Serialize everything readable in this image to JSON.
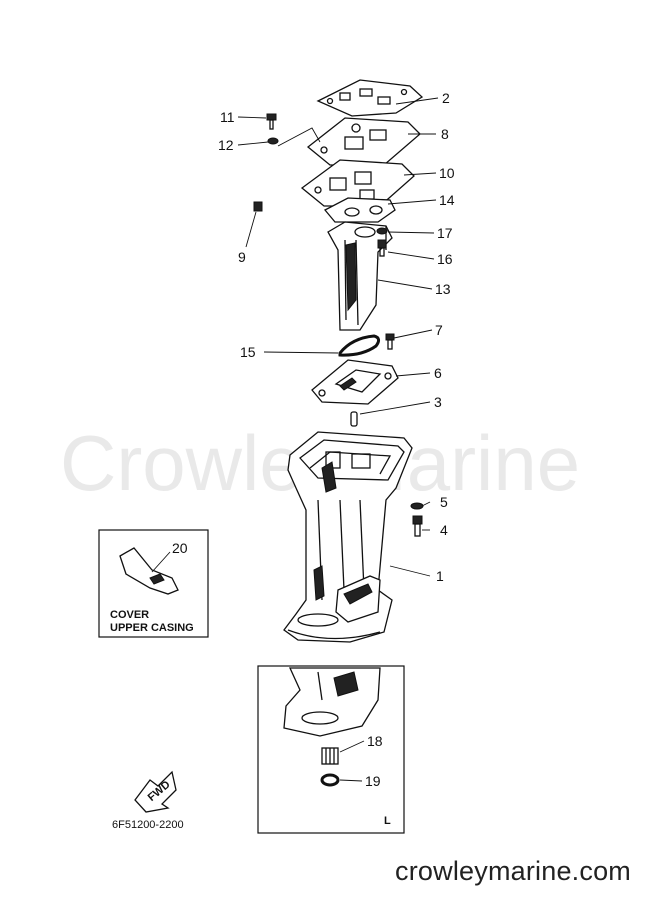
{
  "watermark": "CrowleyMarine",
  "site_url": "crowleymarine.com",
  "diagram_code": "6F51200-2200",
  "callouts": [
    "1",
    "2",
    "3",
    "4",
    "5",
    "6",
    "7",
    "8",
    "9",
    "10",
    "11",
    "12",
    "13",
    "14",
    "15",
    "16",
    "17",
    "18",
    "19",
    "20"
  ],
  "inset_cover": {
    "part_number": "20",
    "caption_line1": "COVER",
    "caption_line2": "UPPER CASING"
  },
  "inset_long": {
    "label": "L",
    "parts": [
      "18",
      "19"
    ]
  },
  "fwd_arrow_label": "FWD"
}
